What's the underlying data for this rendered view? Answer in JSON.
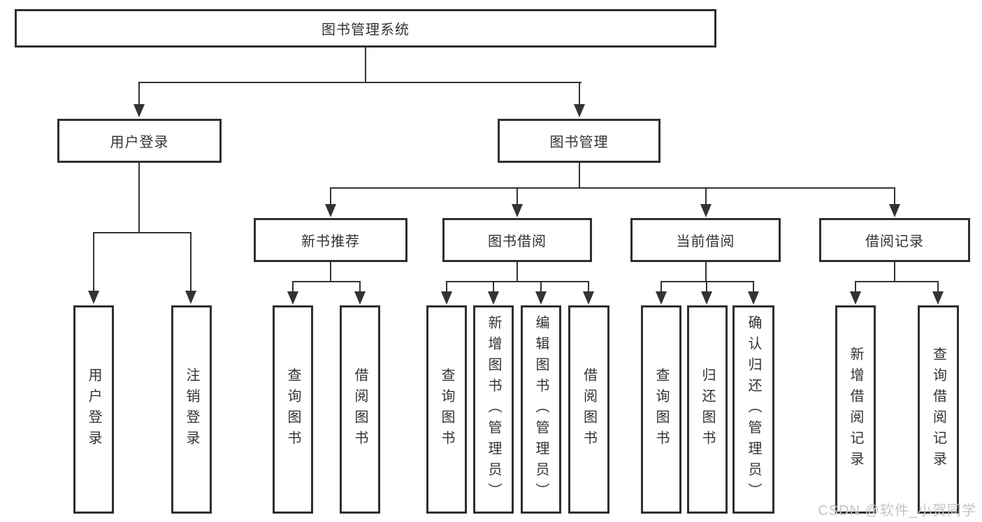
{
  "diagram": {
    "root": "图书管理系统",
    "level2": [
      {
        "label": "用户登录",
        "leaves": [
          "用户登录",
          "注销登录"
        ]
      },
      {
        "label": "图书管理",
        "sections": [
          {
            "label": "新书推荐",
            "leaves": [
              "查询图书",
              "借阅图书"
            ]
          },
          {
            "label": "图书借阅",
            "leaves": [
              "查询图书",
              "新增图书（管理员）",
              "编辑图书（管理员）",
              "借阅图书"
            ]
          },
          {
            "label": "当前借阅",
            "leaves": [
              "查询图书",
              "归还图书",
              "确认归还（管理员）"
            ]
          },
          {
            "label": "借阅记录",
            "leaves": [
              "新增借阅记录",
              "查询借阅记录"
            ]
          }
        ]
      }
    ],
    "colors": {
      "line": "#333333",
      "box_border": "#2f2f2f",
      "text": "#333333",
      "watermark": "#c4c4c4",
      "background": "#ffffff"
    },
    "watermark": "CSDN @软件_小贺同学"
  }
}
